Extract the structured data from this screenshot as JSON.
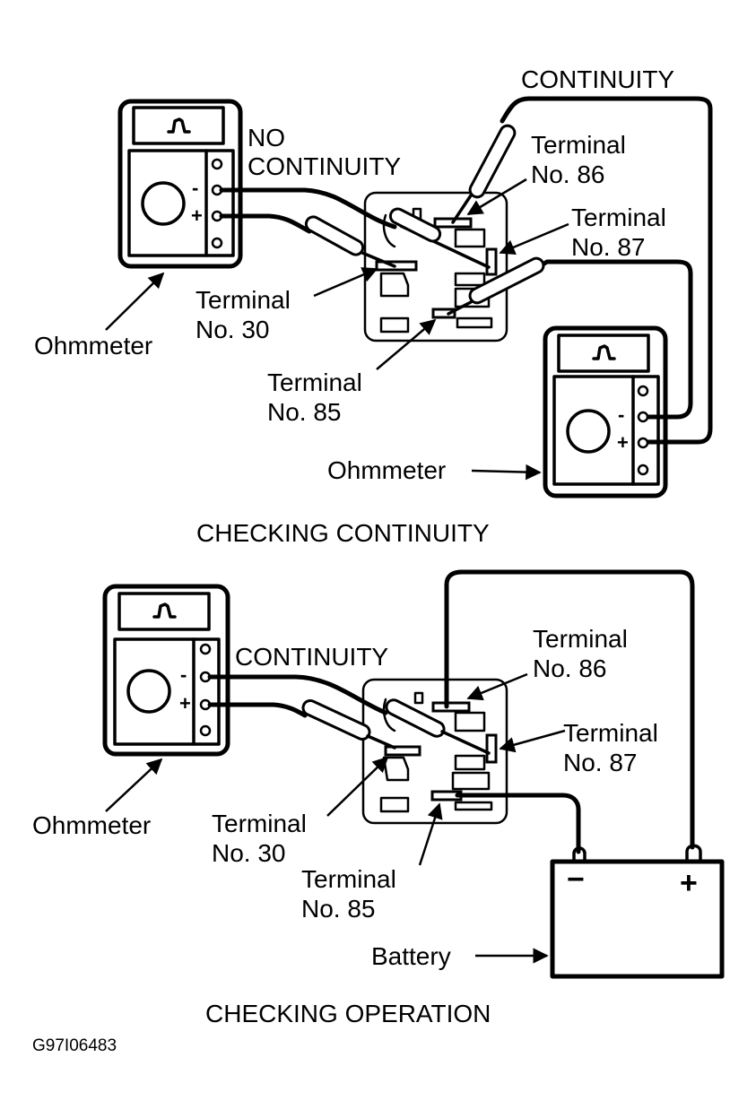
{
  "figure_code": "G97I06483",
  "colors": {
    "ink": "#000000",
    "background": "#ffffff"
  },
  "panels": [
    {
      "caption": "CHECKING CONTINUITY",
      "meters": [
        {
          "label": "Ohmmeter",
          "symbol": "pulse-icon",
          "reading": "NO CONTINUITY",
          "reading_lines": [
            "NO",
            "CONTINUITY"
          ],
          "minus": "-",
          "plus": "+"
        },
        {
          "label": "Ohmmeter",
          "symbol": "pulse-icon",
          "reading": "CONTINUITY",
          "minus": "-",
          "plus": "+"
        }
      ],
      "terminals": [
        {
          "line1": "Terminal",
          "line2": "No. 86"
        },
        {
          "line1": "Terminal",
          "line2": "No. 87"
        },
        {
          "line1": "Terminal",
          "line2": "No. 30"
        },
        {
          "line1": "Terminal",
          "line2": "No. 85"
        }
      ]
    },
    {
      "caption": "CHECKING OPERATION",
      "meters": [
        {
          "label": "Ohmmeter",
          "symbol": "pulse-icon",
          "reading": "CONTINUITY",
          "minus": "-",
          "plus": "+"
        }
      ],
      "terminals": [
        {
          "line1": "Terminal",
          "line2": "No. 86"
        },
        {
          "line1": "Terminal",
          "line2": "No. 87"
        },
        {
          "line1": "Terminal",
          "line2": "No. 30"
        },
        {
          "line1": "Terminal",
          "line2": "No. 85"
        }
      ],
      "battery": {
        "label": "Battery",
        "minus": "−",
        "plus": "+"
      }
    }
  ]
}
